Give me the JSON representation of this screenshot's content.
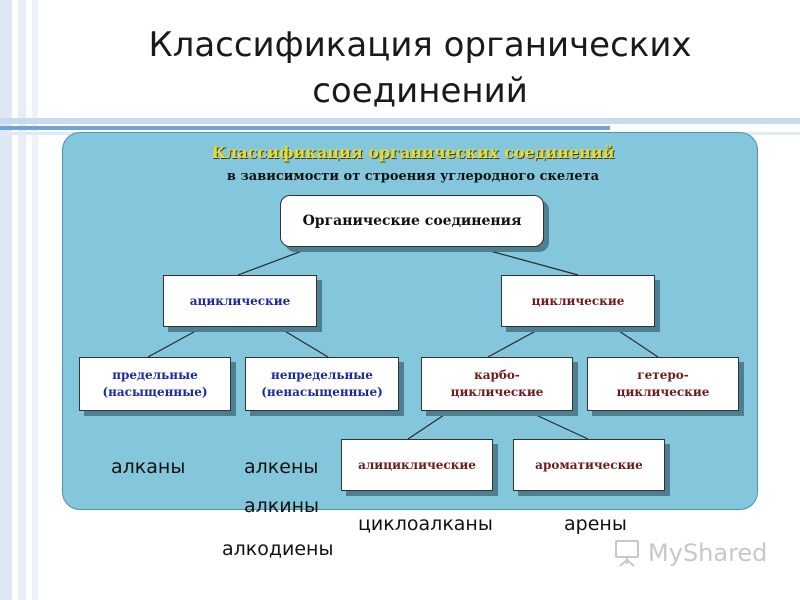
{
  "slide": {
    "title_line1": "Классификация органических",
    "title_line2": "соединений"
  },
  "diagram": {
    "title": "Классификация органических соединений",
    "subtitle": "в зависимости от строения углеродного скелета",
    "nodes": {
      "root": "Органические соединения",
      "acyclic": "ациклические",
      "cyclic": "циклические",
      "saturated": "предельные\n(насыщенные)",
      "unsaturated": "непредельные\n(ненасыщенные)",
      "carbocyclic": "карбо-\nциклические",
      "heterocyclic": "гетеро-\nциклические",
      "alicyclic": "алициклические",
      "aromatic": "ароматические"
    },
    "colors": {
      "panel": "#84c6db",
      "title": "#e8dc2c",
      "acyclic_text": "#1c2a9a",
      "cyclic_text": "#6e1a1a"
    }
  },
  "labels": {
    "alkanes": "алканы",
    "alkenes": "алкены",
    "alkynes": "алкины",
    "alkadienes": "алкодиены",
    "cycloalkanes": "циклоалканы",
    "arenes": "арены"
  },
  "watermark": {
    "text": "MyShared",
    "icon": "presentation-board-icon"
  }
}
